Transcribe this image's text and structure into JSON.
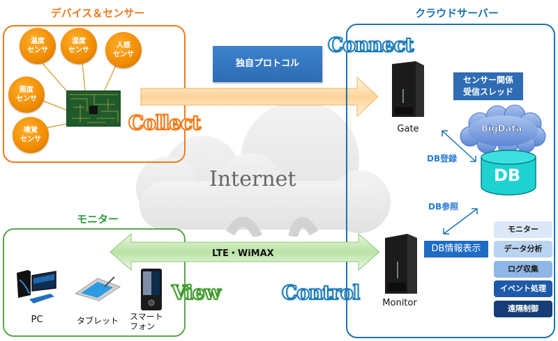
{
  "sections": {
    "devices": {
      "title": "デバイス＆センサー",
      "color": "#f07a1a"
    },
    "cloud": {
      "title": "クラウドサーバー",
      "color": "#1a72b0"
    },
    "monitor": {
      "title": "モニター",
      "color": "#2e9a3a"
    }
  },
  "sensors": [
    {
      "line1": "温度",
      "line2": "センサ"
    },
    {
      "line1": "湿度",
      "line2": "センサ"
    },
    {
      "line1": "人感",
      "line2": "センサ"
    },
    {
      "line1": "照度",
      "line2": "センサ"
    },
    {
      "line1": "嗅覚",
      "line2": "センサ"
    }
  ],
  "circuit_board": {
    "icon": "circuit-board-icon"
  },
  "protocol_label": "独自プロトコル",
  "stages": {
    "collect": "Collect",
    "connect": "Connect",
    "view": "View",
    "control": "Control"
  },
  "internet_label": "Internet",
  "servers": {
    "gate": "Gate",
    "monitor": "Monitor"
  },
  "sensor_thread_box": {
    "line1": "センサー関係",
    "line2": "受信スレッド"
  },
  "bigdata_label": "BigData",
  "db_label": "DB",
  "db_register_label": "DB登録",
  "db_reference_label": "DB参照",
  "db_display_label": "DB情報表示",
  "functions": [
    {
      "label": "モニター",
      "bg": "#dce8f7",
      "fg": "#1a1a1a"
    },
    {
      "label": "データ分析",
      "bg": "#b9d3f0",
      "fg": "#1a1a1a"
    },
    {
      "label": "ログ収集",
      "bg": "#8fb6e6",
      "fg": "#1a1a1a"
    },
    {
      "label": "イベント処理",
      "bg": "#1f5aa8",
      "fg": "#ffffff"
    },
    {
      "label": "遠隔制御",
      "bg": "#163d75",
      "fg": "#ffffff"
    }
  ],
  "network_label": "LTE・WiMAX",
  "devices": [
    {
      "label": "PC",
      "icon": "desktop-pc-icon"
    },
    {
      "label": "タブレット",
      "icon": "tablet-icon"
    },
    {
      "label_line1": "スマート",
      "label_line2": "フォン",
      "icon": "smartphone-icon"
    }
  ]
}
